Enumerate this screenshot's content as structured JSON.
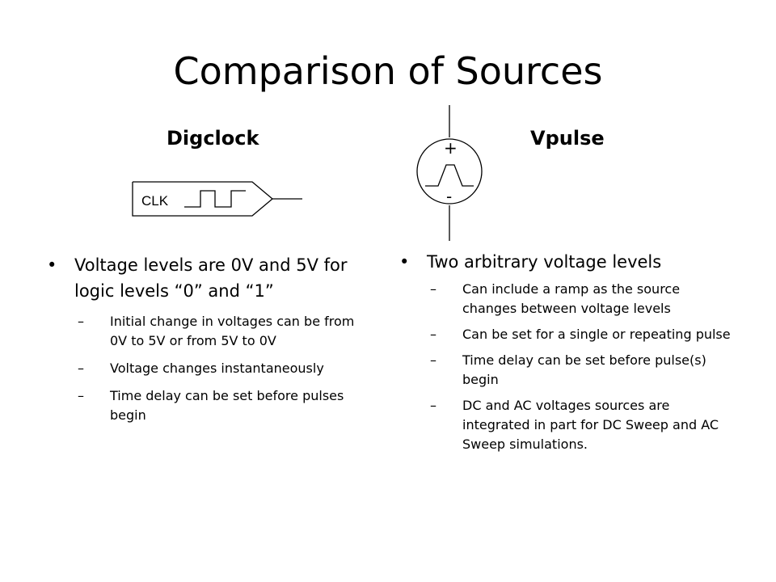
{
  "slide": {
    "title": "Comparison of Sources"
  },
  "left": {
    "heading": "Digclock",
    "symbol_label": "CLK",
    "bullet": "Voltage levels are 0V and 5V for logic levels “0” and “1”",
    "subs": [
      "Initial change in voltages can be from 0V to 5V or  from 5V to 0V",
      "Voltage changes instantaneously",
      "Time delay can be set before pulses begin"
    ]
  },
  "right": {
    "heading": "Vpulse",
    "symbol_plus": "+",
    "symbol_minus": "-",
    "bullet": "Two arbitrary voltage levels",
    "subs": [
      "Can include a ramp as the source changes between voltage levels",
      "Can be set for a single or repeating pulse",
      "Time delay can be set before pulse(s) begin",
      "DC and AC voltages sources are integrated in part for DC Sweep and AC Sweep simulations."
    ]
  },
  "markers": {
    "bullet": "•",
    "dash": "–"
  },
  "icons": {
    "left_symbol": "digital-clock-source-icon",
    "right_symbol": "pulse-voltage-source-icon"
  }
}
